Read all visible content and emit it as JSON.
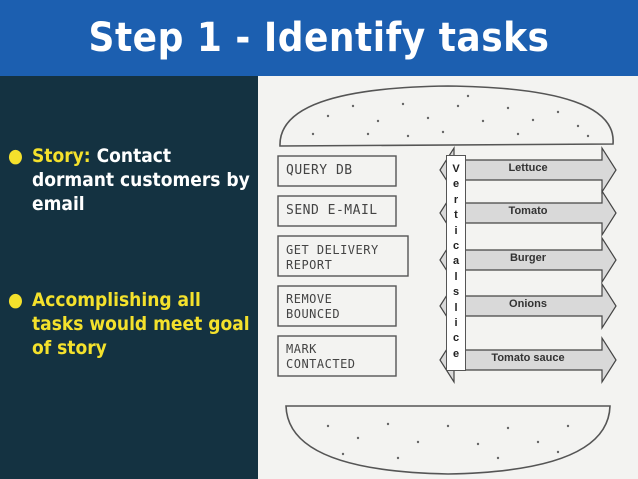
{
  "header": {
    "title": "Step 1 - Identify tasks"
  },
  "bullets": [
    {
      "prefix": "Story:",
      "rest": " Contact dormant customers by email"
    },
    {
      "prefix": "",
      "rest": "Accomplishing all tasks would meet goal of story"
    }
  ],
  "tasks": [
    "QUERY DB",
    "SEND E-MAIL",
    "GET DELIVERY REPORT",
    "REMOVE BOUNCED",
    "MARK CONTACTED"
  ],
  "layers": [
    "Lettuce",
    "Tomato",
    "Burger",
    "Onions",
    "Tomato sauce"
  ],
  "vertical_slice_label": "Verticalslice",
  "colors": {
    "header_bg": "#1c5fb0",
    "left_bg": "#143241",
    "accent_yellow": "#f4e12c",
    "arrow_fill": "#d9d9d9"
  }
}
